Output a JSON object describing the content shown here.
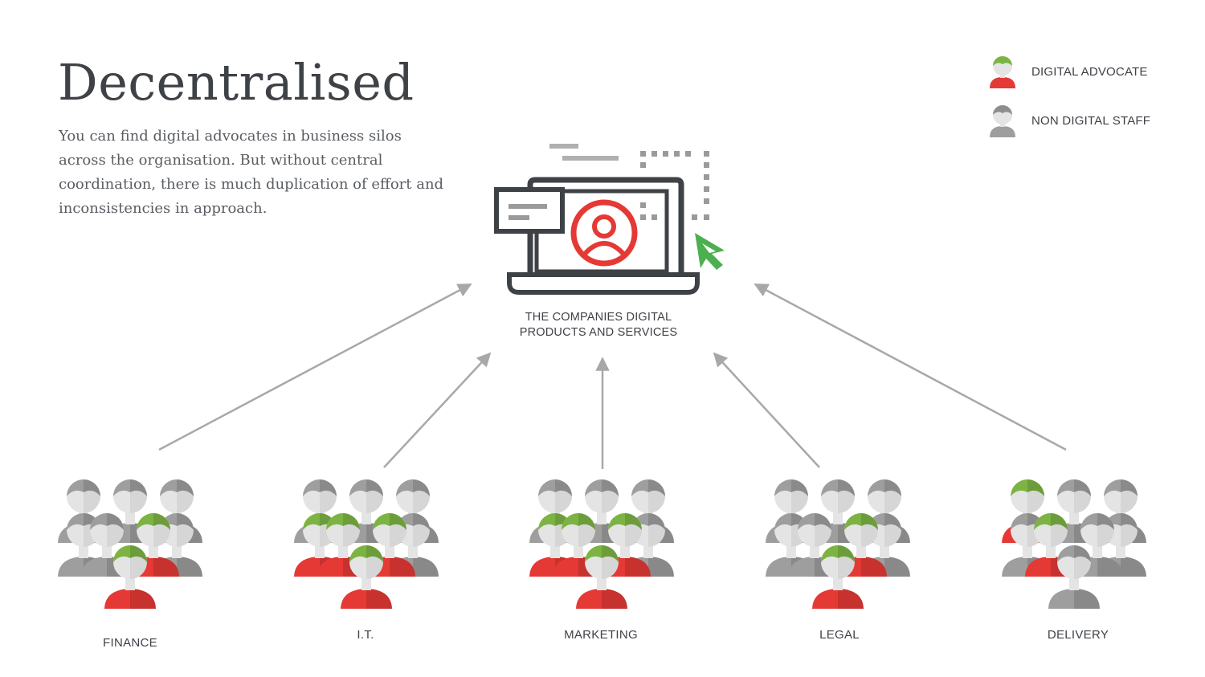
{
  "header": {
    "title": "Decentralised",
    "description": "You can find digital advocates in business silos across the organisation. But without central coordination, there is much duplication of effort and inconsistencies in approach."
  },
  "legend": [
    {
      "label": "DIGITAL ADVOCATE",
      "icon": "digital-advocate-icon"
    },
    {
      "label": "NON DIGITAL STAFF",
      "icon": "non-digital-staff-icon"
    }
  ],
  "central": {
    "label_line1": "THE COMPANIES DIGITAL",
    "label_line2": "PRODUCTS AND SERVICES",
    "icon": "digital-product-laptop-icon"
  },
  "groups": [
    {
      "name": "FINANCE",
      "advocates": [
        4,
        7
      ]
    },
    {
      "name": "I.T.",
      "advocates": [
        3,
        4,
        5,
        7
      ]
    },
    {
      "name": "MARKETING",
      "advocates": [
        3,
        4,
        5,
        7
      ]
    },
    {
      "name": "LEGAL",
      "advocates": [
        4,
        7
      ]
    },
    {
      "name": "DELIVERY",
      "advocates": [
        0,
        3
      ]
    }
  ],
  "colors": {
    "advocate_hair": "#7cb342",
    "advocate_body": "#e53935",
    "staff_hair": "#9e9e9e",
    "staff_body": "#9e9e9e",
    "face": "#e4e4e4",
    "arrow": "#a8a8a8",
    "accent_red": "#e53935",
    "accent_green": "#4caf50",
    "dark": "#3e4247"
  }
}
